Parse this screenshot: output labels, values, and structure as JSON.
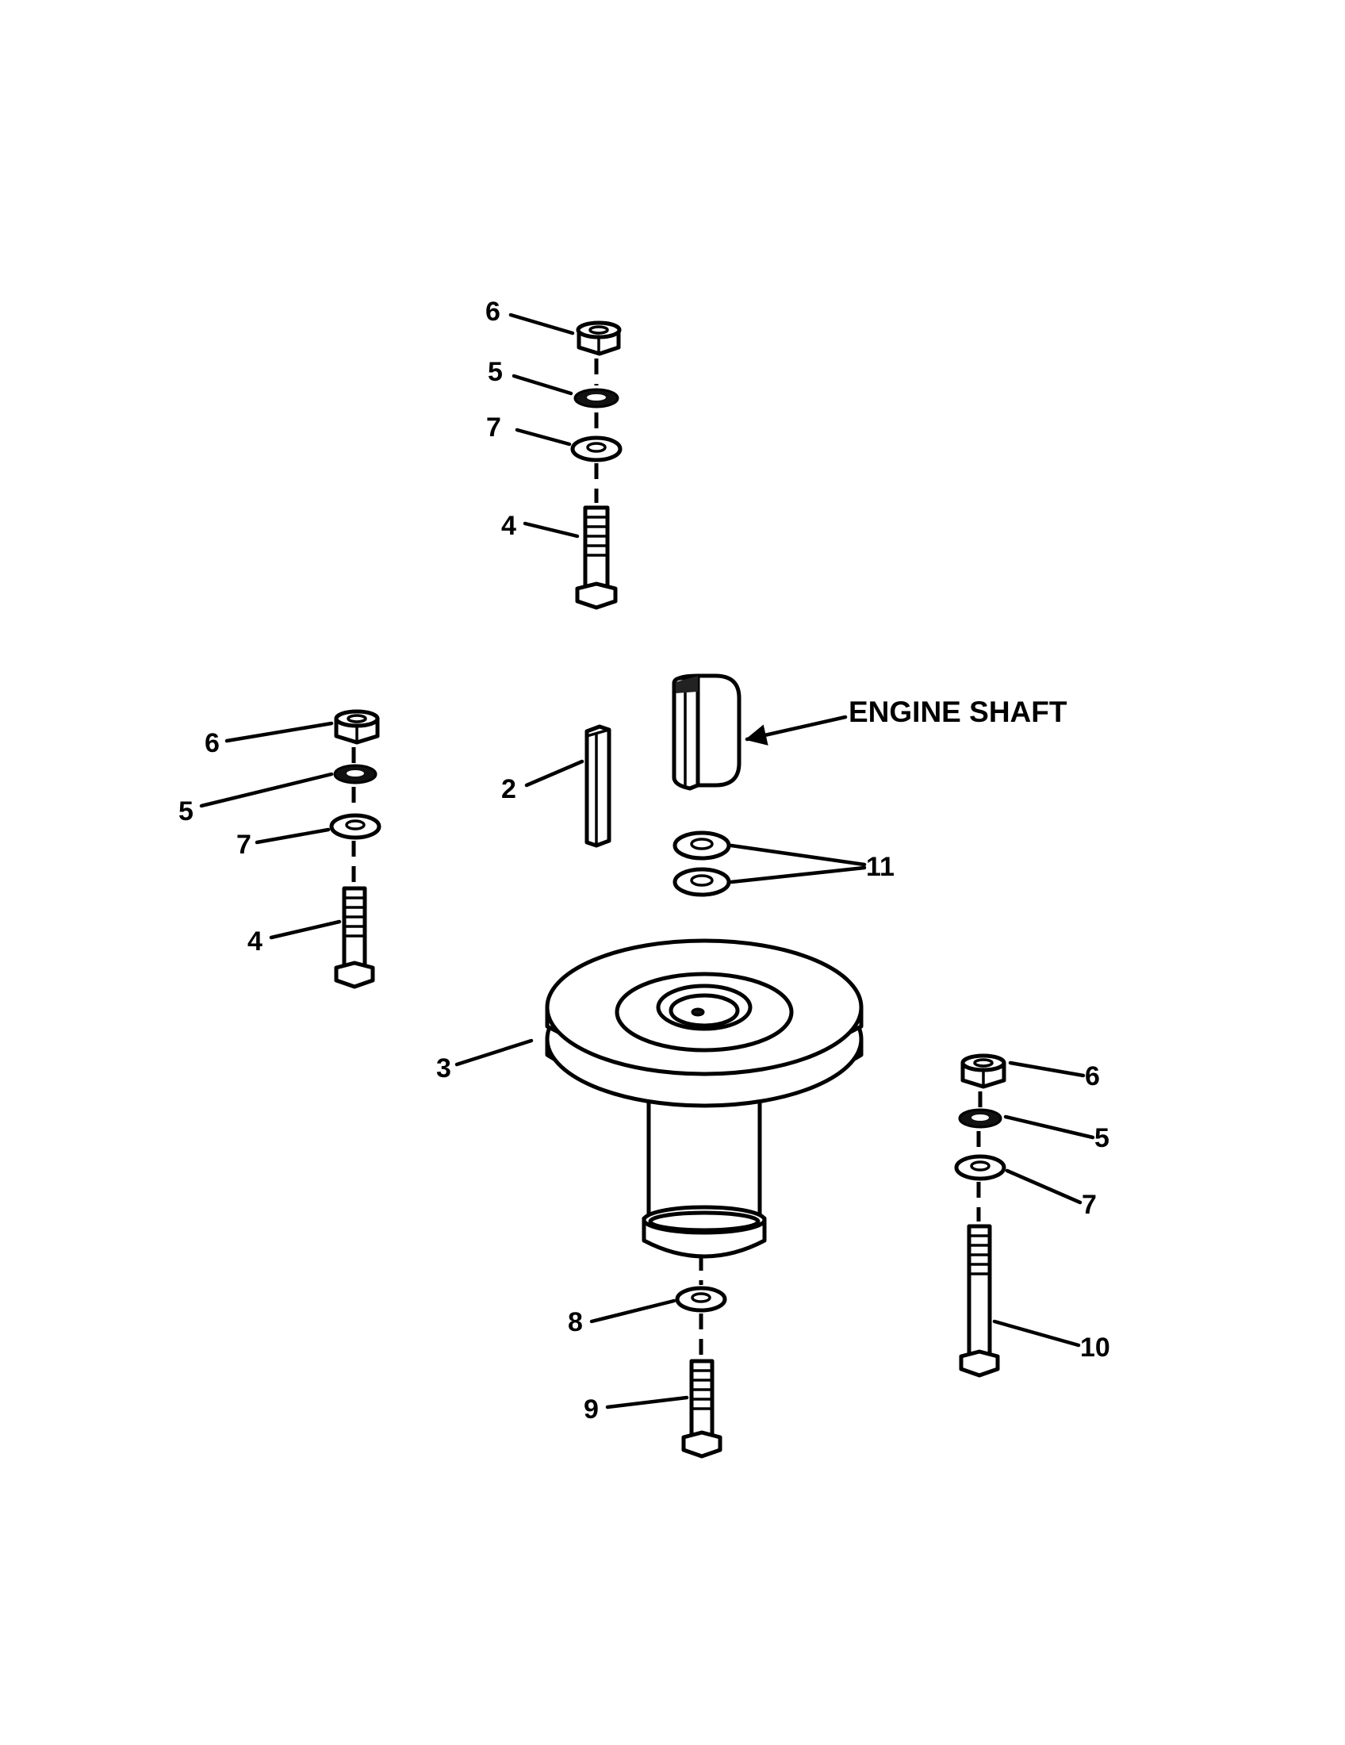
{
  "diagram": {
    "engine_shaft_label": "ENGINE SHAFT",
    "callouts": {
      "top_6": "6",
      "top_5": "5",
      "top_7": "7",
      "top_4": "4",
      "left_6": "6",
      "left_5": "5",
      "left_7": "7",
      "left_4": "4",
      "key_2": "2",
      "washers_11": "11",
      "pulley_3": "3",
      "right_6": "6",
      "right_5": "5",
      "right_7": "7",
      "right_10": "10",
      "bottom_8": "8",
      "bottom_9": "9"
    }
  }
}
